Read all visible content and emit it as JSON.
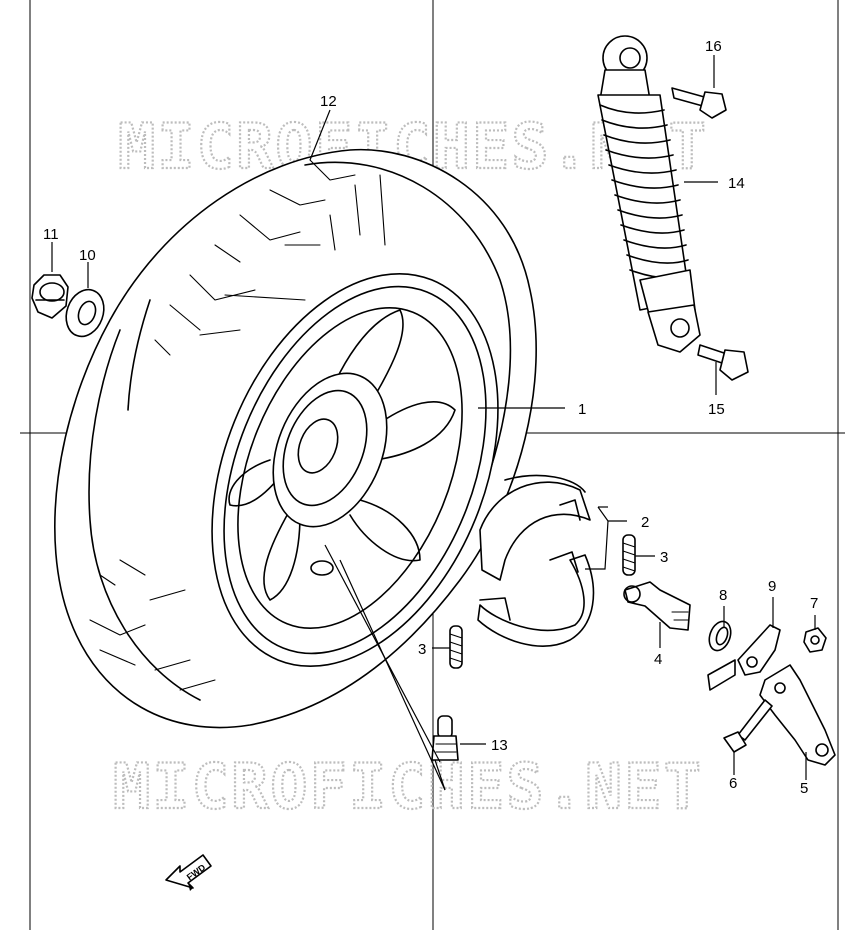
{
  "watermark": "MICROFICHES.NET",
  "fwd_label": "FWD",
  "callouts": [
    "1",
    "2",
    "3",
    "3",
    "4",
    "5",
    "6",
    "7",
    "8",
    "9",
    "10",
    "11",
    "12",
    "13",
    "14",
    "15",
    "16"
  ]
}
